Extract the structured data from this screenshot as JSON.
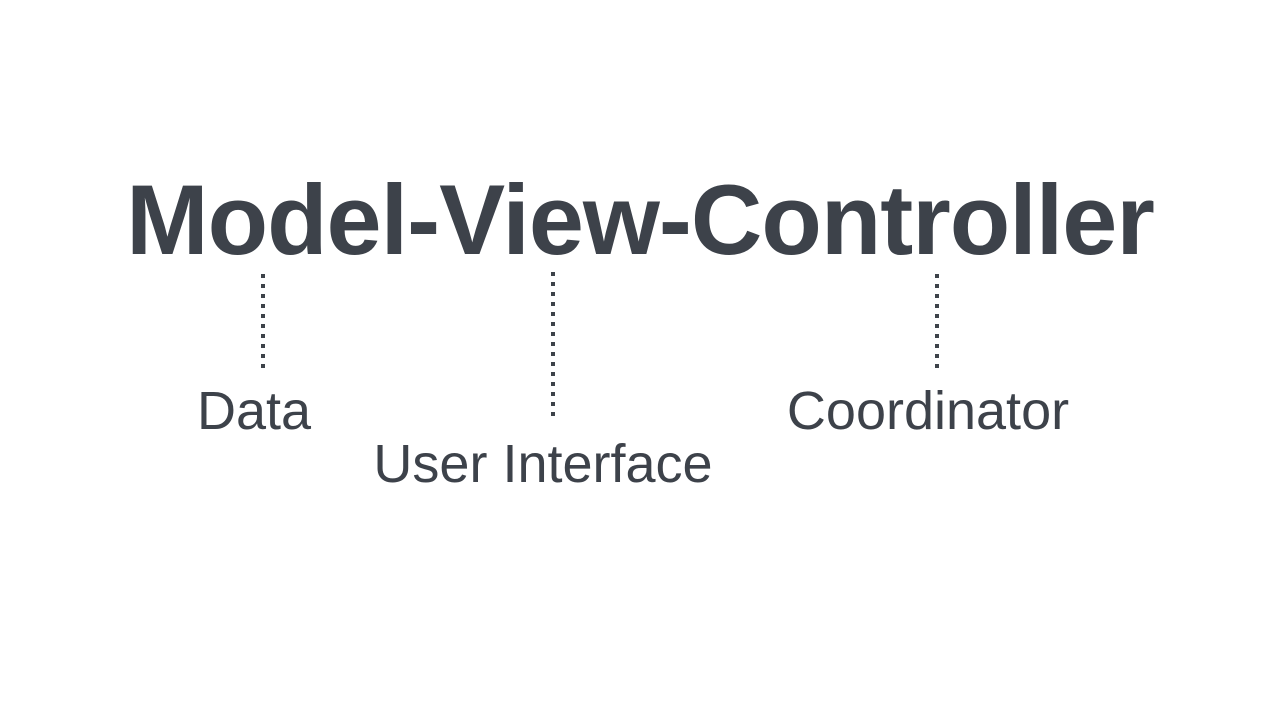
{
  "colors": {
    "background": "#ffffff",
    "ink": "#3d424a"
  },
  "title": {
    "text": "Model-View-Controller"
  },
  "annotations": [
    {
      "id": "model",
      "label": "Data"
    },
    {
      "id": "view",
      "label": "User Interface"
    },
    {
      "id": "controller",
      "label": "Coordinator"
    }
  ]
}
